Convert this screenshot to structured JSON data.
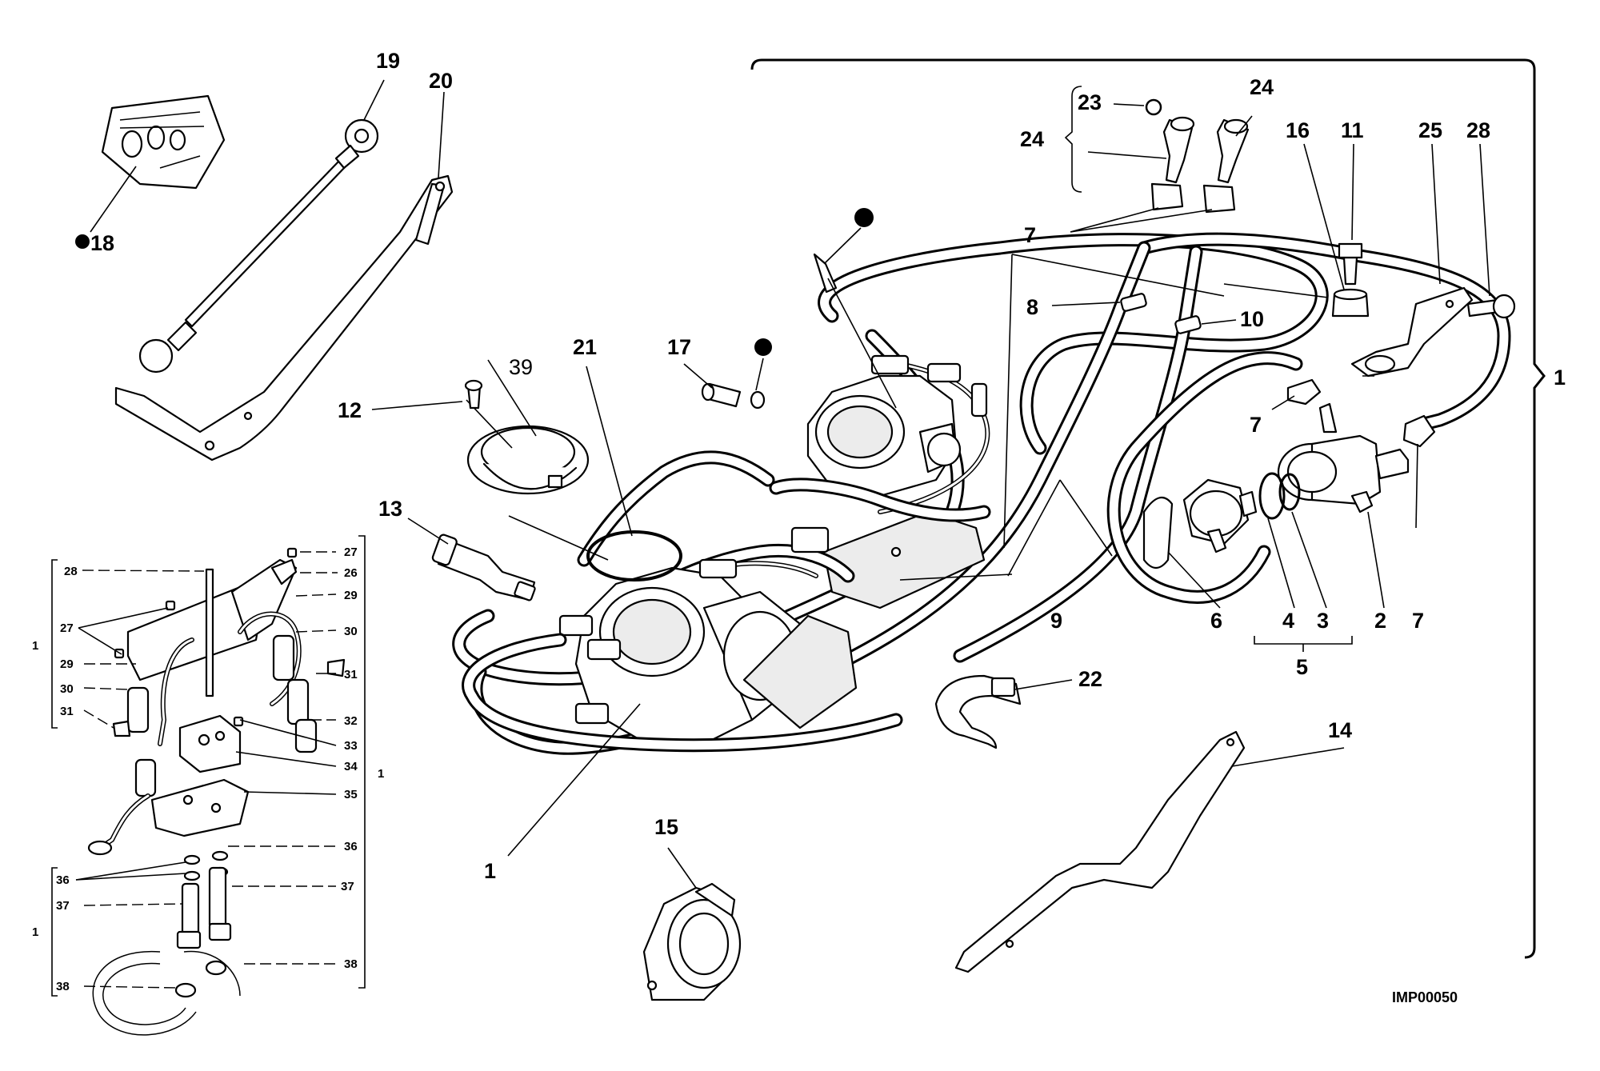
{
  "drawing_code": "IMP00050",
  "labels": {
    "l19": "19",
    "l20": "20",
    "l18": "18",
    "l23": "23",
    "l24a": "24",
    "l24b": "24",
    "l7a": "7",
    "l16": "16",
    "l11": "11",
    "l25": "25",
    "l28": "28",
    "l8": "8",
    "l10": "10",
    "l7b": "7",
    "l1right": "1",
    "l39": "39",
    "l21": "21",
    "l17": "17",
    "l12": "12",
    "l13": "13",
    "l9": "9",
    "l6": "6",
    "l4": "4",
    "l3": "3",
    "l2": "2",
    "l7c": "7",
    "l5": "5",
    "l22": "22",
    "l14": "14",
    "l15": "15",
    "l1bottom": "1"
  },
  "inset_labels": {
    "l27a": "27",
    "l28": "28",
    "l26": "26",
    "l27b": "27",
    "l29a": "29",
    "l1a": "1",
    "l29b": "29",
    "l30a": "30",
    "l30b": "30",
    "l31a": "31",
    "l31b": "31",
    "l32": "32",
    "l33": "33",
    "l34": "34",
    "l1b": "1",
    "l35": "35",
    "l36a": "36",
    "l36b": "36",
    "l37a": "37",
    "l37b": "37",
    "l1c": "1",
    "l38a": "38",
    "l38b": "38"
  }
}
